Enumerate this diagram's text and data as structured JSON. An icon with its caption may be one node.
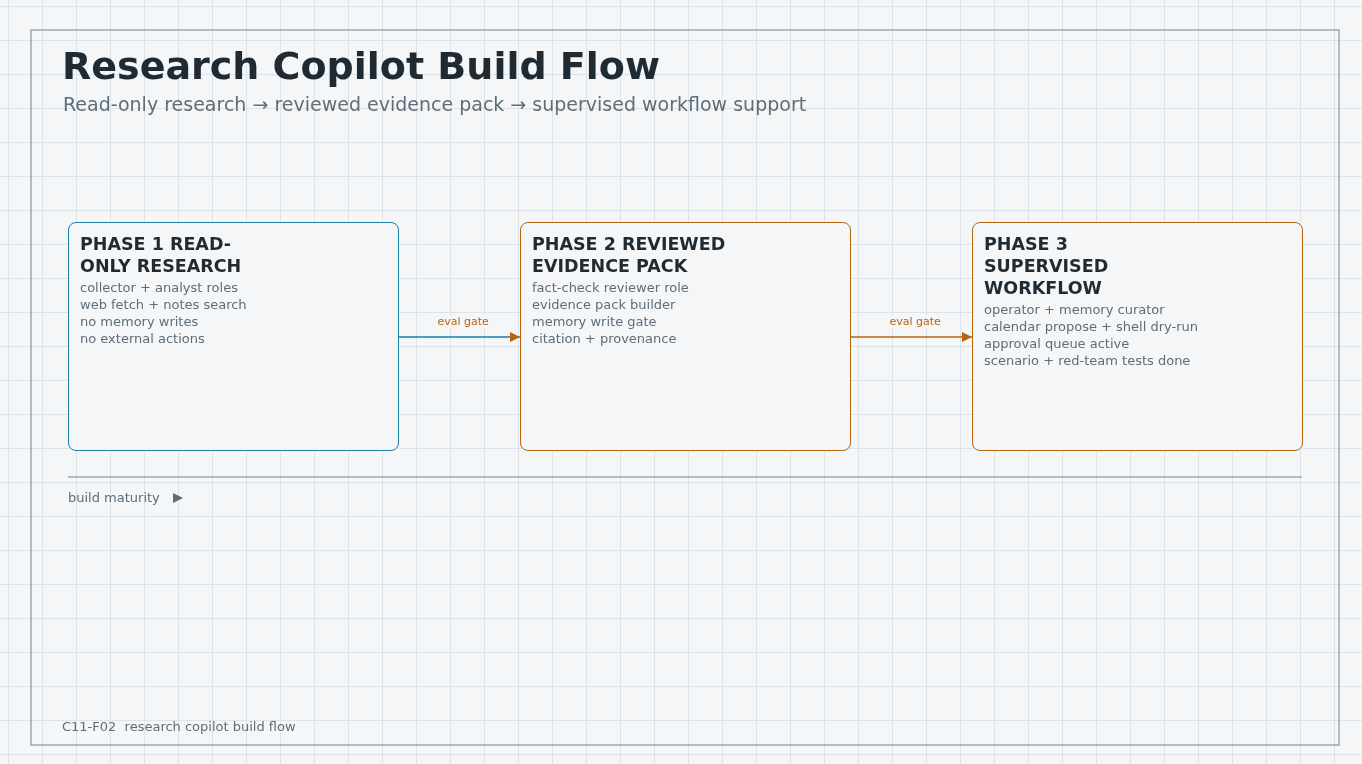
{
  "diagram": {
    "title": "Research Copilot Build Flow",
    "caption": "C11-F02  research copilot build flow",
    "nodes": [
      {
        "text": [
          "PHASE 1 READ-ONLY RESEARCH",
          "collector + analyst roles",
          "web fetch + notes search",
          "no memory writes",
          "no external actions"
        ]
      },
      {
        "text": [
          "PHASE 2 REVIEWED EVIDENCE PACK",
          "fact-check reviewer role",
          "evidence pack builder",
          "memory write gate",
          "citation + provenance"
        ]
      },
      {
        "text": [
          "PHASE 3 SUPERVISED WORKFLOW",
          "operator + memory curator",
          "calendar propose + shell dry-run",
          "approval queue active",
          "scenario + red-team tests done"
        ]
      }
    ],
    "edges": [
      {
        "from": 0,
        "to": 1,
        "arrow": "to",
        "label": "eval gate",
        "color": "#1b7fa3"
      },
      {
        "from": 1,
        "to": 2,
        "arrow": "to",
        "label": "eval gate",
        "color": "#b8650f"
      }
    ],
    "labels": [
      "Read-only research → reviewed evidence pack → supervised workflow support",
      "build maturity"
    ]
  }
}
